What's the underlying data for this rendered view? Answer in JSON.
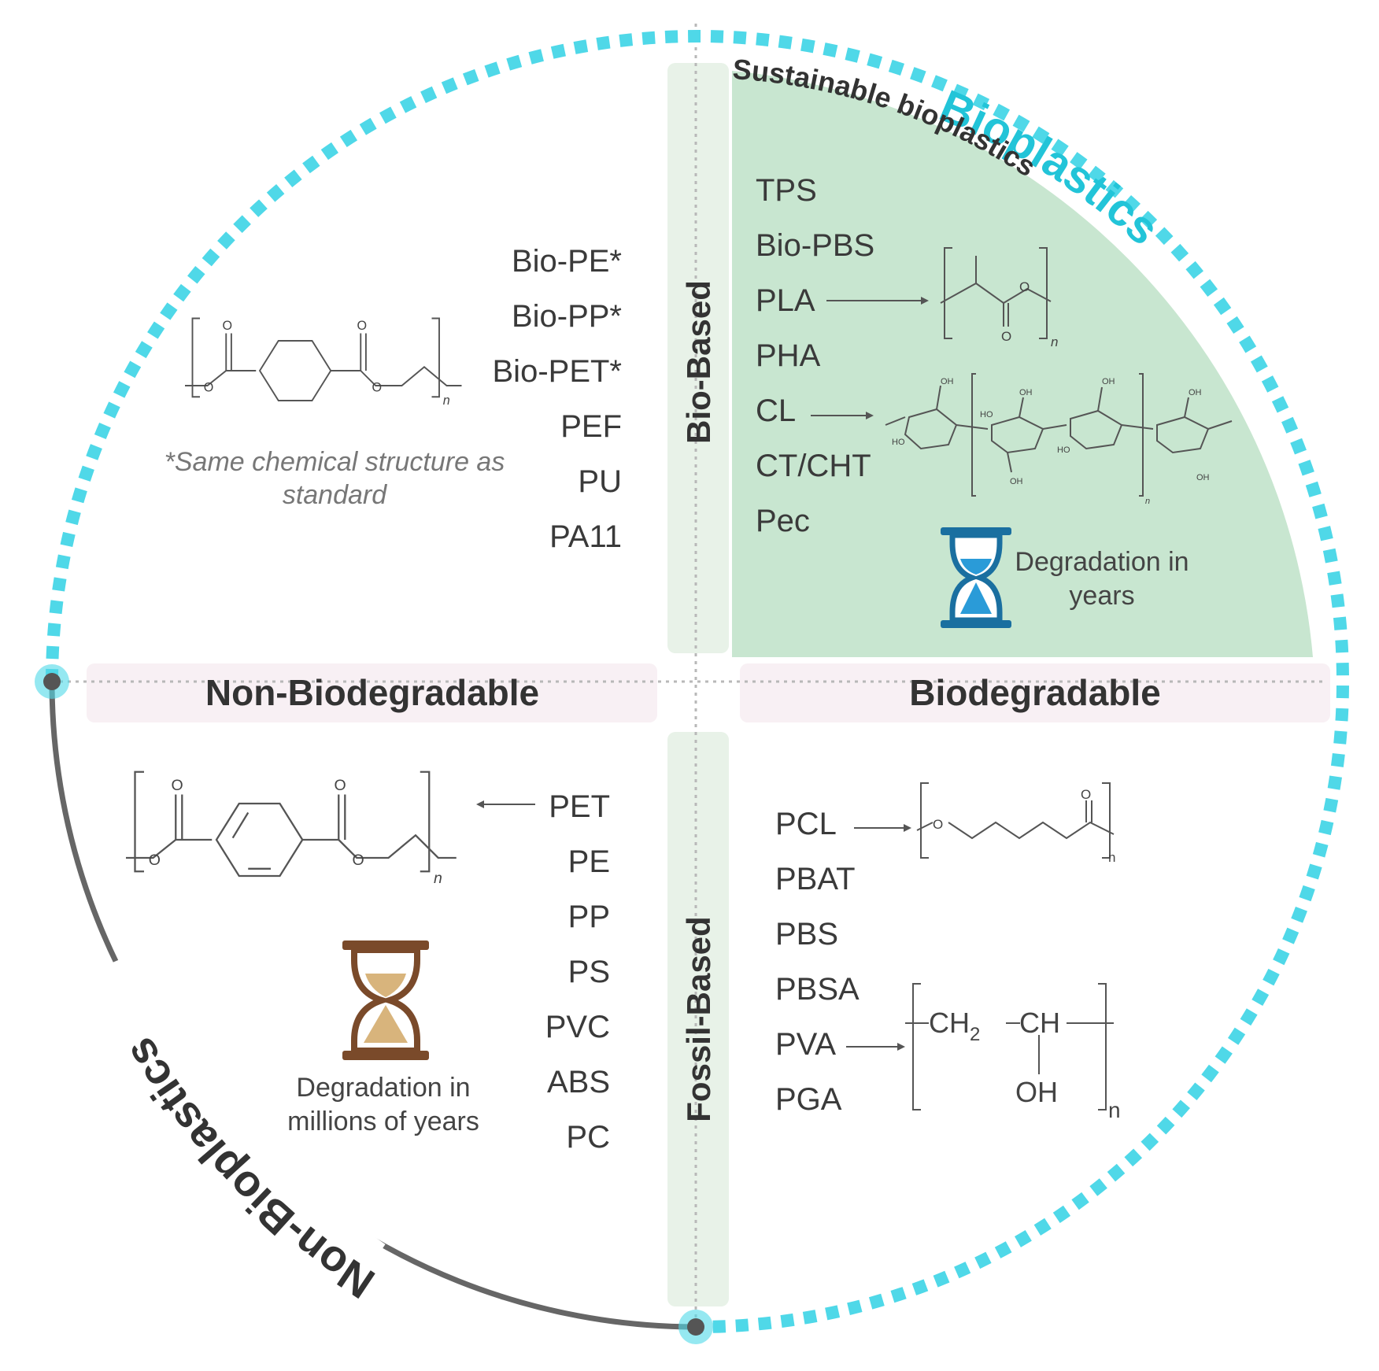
{
  "outer_labels": {
    "bioplastics": "Bioplastics",
    "non_bioplastics": "Non-Bioplastics",
    "sustainable": "Sustainable bioplastics"
  },
  "axes": {
    "bio_based": "Bio-Based",
    "fossil_based": "Fossil-Based",
    "non_biodegradable": "Non-Biodegradable",
    "biodegradable": "Biodegradable"
  },
  "quadrants": {
    "bio_non_biodegradable": {
      "polymers": [
        "Bio-PE*",
        "Bio-PP*",
        "Bio-PET*",
        "PEF",
        "PU",
        "PA11"
      ],
      "note_line1": "*Same chemical structure as",
      "note_line2": "standard"
    },
    "bio_biodegradable": {
      "polymers": [
        "TPS",
        "Bio-PBS",
        "PLA",
        "PHA",
        "CL",
        "CT/CHT",
        "Pec"
      ],
      "degradation_line1": "Degradation in",
      "degradation_line2": "years"
    },
    "fossil_non_biodegradable": {
      "polymers": [
        "PET",
        "PE",
        "PP",
        "PS",
        "PVC",
        "ABS",
        "PC"
      ],
      "degradation_line1": "Degradation in",
      "degradation_line2": "millions of years"
    },
    "fossil_biodegradable": {
      "polymers": [
        "PCL",
        "PBAT",
        "PBS",
        "PBSA",
        "PVA",
        "PGA"
      ]
    }
  },
  "chem_labels": {
    "o": "O",
    "n": "n",
    "oh": "OH",
    "ho": "HO",
    "ch2": "CH",
    "ch2_sub": "2",
    "ch": "CH"
  },
  "colors": {
    "bioplastics_cyan": "#4fd8e8",
    "bioplastics_text": "#22c4d8",
    "green_quadrant": "#c8e6d0",
    "non_bio_arc": "#666666",
    "hourglass_blue": "#1a6fa0",
    "hourglass_brown": "#7a4a2a",
    "sand_tan": "#d8b47c"
  }
}
